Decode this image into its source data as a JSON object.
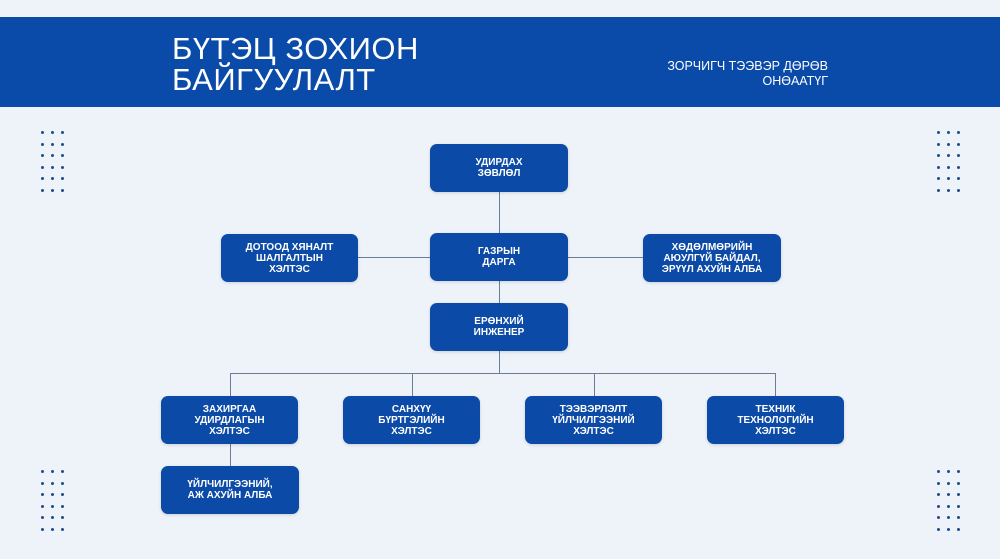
{
  "header": {
    "title_lines": [
      "БҮТЭЦ ЗОХИОН",
      "БАЙГУУЛАЛТ"
    ],
    "company_lines": [
      "ЗОРЧИГЧ ТЭЭВЭР ДӨРӨВ",
      "ОНӨААТҮГ"
    ]
  },
  "chart": {
    "board": "УДИРДАХ\nЗӨВЛӨЛ",
    "director": "ГАЗРЫН\nДАРГА",
    "internal_audit": "ДОТООД ХЯНАЛТ\nШАЛГАЛТЫН\nХЭЛТЭС",
    "safety": "ХӨДӨЛМӨРИЙН\nАЮУЛГҮЙ БАЙДАЛ,\nЭРҮҮЛ АХУЙН АЛБА",
    "chief_engineer": "ЕРӨНХИЙ\nИНЖЕНЕР",
    "admin": "ЗАХИРГАА\nУДИРДЛАГЫН\nХЭЛТЭС",
    "finance": "САНХҮҮ\nБҮРТГЭЛИЙН\nХЭЛТЭС",
    "transport": "ТЭЭВЭРЛЭЛТ\nҮЙЛЧИЛГЭЭНИЙ\nХЭЛТЭС",
    "technical": "ТЕХНИК\nТЕХНОЛОГИЙН\nХЭЛТЭС",
    "service": "ҮЙЛЧИЛГЭЭНИЙ,\nАЖ АХУЙН АЛБА"
  },
  "colors": {
    "accent": "#0a4aa8",
    "background": "#eef3fa"
  }
}
